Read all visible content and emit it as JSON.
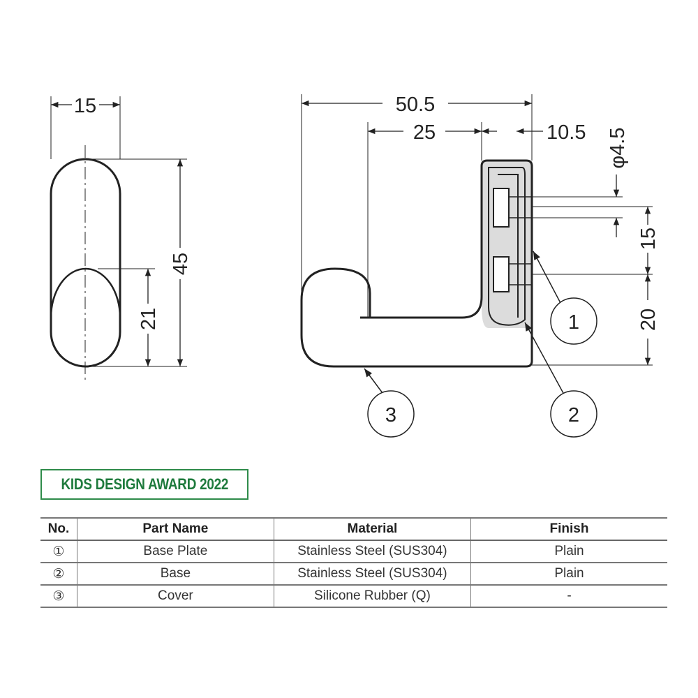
{
  "drawing": {
    "front_view": {
      "width_dim": "15",
      "height_dim": "45",
      "lower_dim": "21"
    },
    "side_view": {
      "overall_dim": "50.5",
      "depth_dim": "25",
      "plate_dim": "10.5",
      "hole_dim": "φ4.5",
      "pitch_dim": "15",
      "bottom_dim": "20"
    },
    "callouts": [
      "1",
      "2",
      "3"
    ]
  },
  "award": {
    "label": "KIDS DESIGN AWARD 2022",
    "color": "#1e7a3c"
  },
  "parts_table": {
    "headers": [
      "No.",
      "Part Name",
      "Material",
      "Finish"
    ],
    "rows": [
      [
        "①",
        "Base Plate",
        "Stainless Steel (SUS304)",
        "Plain"
      ],
      [
        "②",
        "Base",
        "Stainless Steel (SUS304)",
        "Plain"
      ],
      [
        "③",
        "Cover",
        "Silicone Rubber (Q)",
        "-"
      ]
    ]
  }
}
